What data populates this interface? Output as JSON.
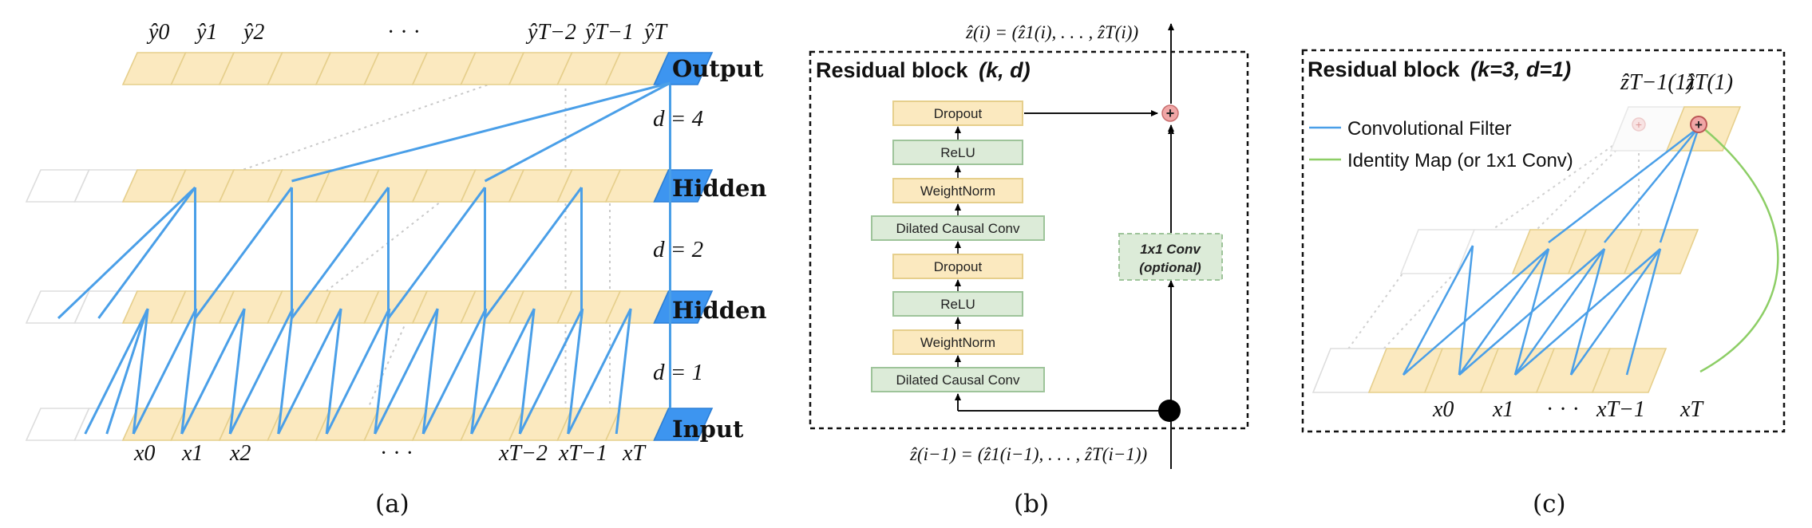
{
  "panel_a": {
    "caption": "(a)",
    "layers": {
      "output": "Output",
      "hidden_top": "Hidden",
      "hidden_bottom": "Hidden",
      "input": "Input"
    },
    "dilations": [
      "d = 4",
      "d = 2",
      "d = 1"
    ],
    "top_labels": [
      "ŷ0",
      "ŷ1",
      "ŷ2",
      "· · ·",
      "ŷT−2",
      "ŷT−1",
      "ŷT"
    ],
    "bottom_labels": [
      "x0",
      "x1",
      "x2",
      "· · ·",
      "xT−2",
      "xT−1",
      "xT"
    ]
  },
  "panel_b": {
    "caption": "(b)",
    "title": "Residual block",
    "title_params": "(k, d)",
    "top_formula": "ẑ(i) = (ẑ1(i), . . . , ẑT(i))",
    "bottom_formula": "ẑ(i−1) = (ẑ1(i−1), . . . , ẑT(i−1))",
    "stack": [
      "Dropout",
      "ReLU",
      "WeightNorm",
      "Dilated Causal Conv",
      "Dropout",
      "ReLU",
      "WeightNorm",
      "Dilated Causal Conv"
    ],
    "side_box": [
      "1x1 Conv",
      "(optional)"
    ],
    "plus_symbol": "+"
  },
  "panel_c": {
    "caption": "(c)",
    "title": "Residual block",
    "title_params": "(k=3, d=1)",
    "legend": [
      "Convolutional Filter",
      "Identity Map (or 1x1 Conv)"
    ],
    "top_labels": [
      "ẑT−1(1)",
      "ẑT(1)"
    ],
    "bottom_labels": [
      "x0",
      "x1",
      "· · ·",
      "xT−1",
      "xT"
    ],
    "plus_symbol": "+"
  },
  "colors": {
    "cell_fill": "#fbe9bf",
    "cell_stroke": "#e6cf8c",
    "active_cell": "#3d95f0",
    "connection": "#4a9fe8",
    "green_fill": "#dcebd8",
    "green_stroke": "#9ec49a",
    "identity_map": "#8dce66",
    "adder_fill": "#f0a6a6",
    "node": "#000000"
  }
}
